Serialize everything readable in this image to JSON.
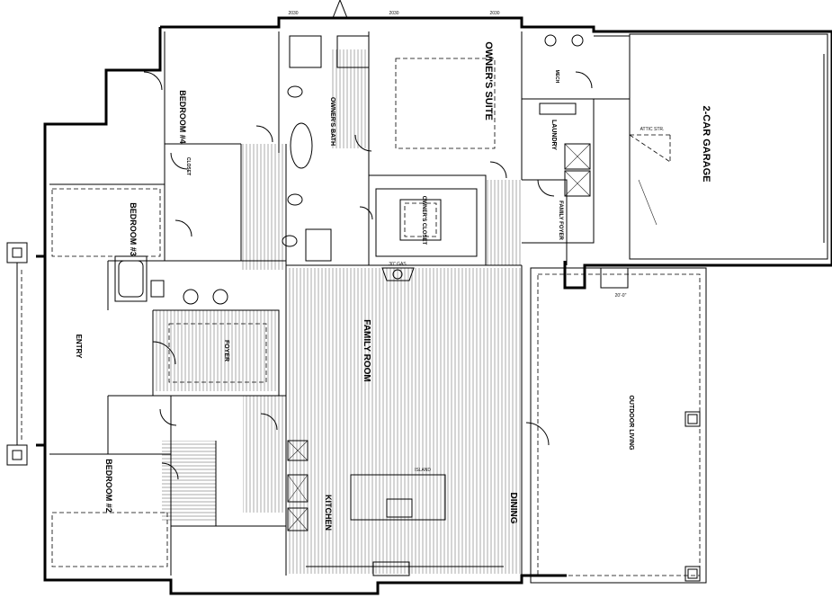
{
  "rooms": {
    "owners_suite": "OWNER'S SUITE",
    "garage": "2-CAR GARAGE",
    "bedroom4": "BEDROOM #4",
    "bedroom3": "BEDROOM #3",
    "bedroom2": "BEDROOM #2",
    "owners_bath": "OWNER'S BATH",
    "family_room": "FAMILY ROOM",
    "entry": "ENTRY",
    "foyer": "FOYER",
    "laundry": "LAUNDRY",
    "family_foyer": "FAMILY FOYER",
    "kitchen": "KITCHEN",
    "dining": "DINING",
    "outdoor_living": "OUTDOOR LIVING",
    "owners_closet": "OWNER'S CLOSET",
    "closet": "CLOSET",
    "mech": "MECH"
  },
  "notes": {
    "top_window1": "2030",
    "top_window2": "2030",
    "top_window3": "2030",
    "fireplace": "30\" GAS",
    "island": "ISLAND",
    "garage_width": "20'-0\"",
    "attic": "ATTIC STR."
  },
  "colors": {
    "line": "#000000",
    "background": "#ffffff"
  }
}
